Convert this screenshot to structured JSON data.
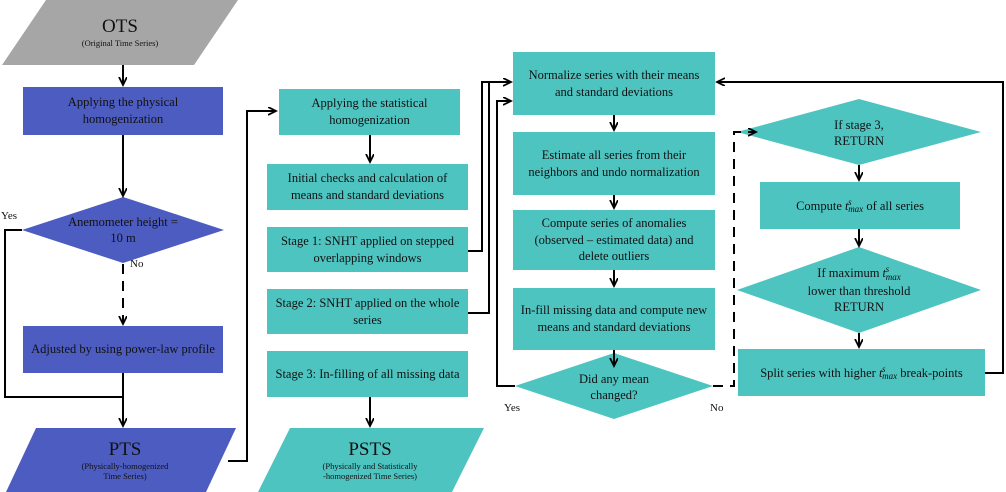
{
  "ots": {
    "title": "OTS",
    "subtitle": "(Original Time Series)"
  },
  "physical": {
    "apply": "Applying the physical homogenization",
    "decision": "Anemometer height = 10 m",
    "yes": "Yes",
    "no": "No",
    "adjust": "Adjusted by using power-law profile"
  },
  "pts": {
    "title": "PTS",
    "subtitle_line1": "(Physically-homogenized",
    "subtitle_line2": "Time Series)"
  },
  "statistical": {
    "apply": "Applying the statistical homogenization",
    "initial": "Initial checks and calculation of means and standard deviations",
    "stage1": "Stage 1: SNHT applied on stepped overlapping windows",
    "stage2": "Stage 2: SNHT applied on the whole series",
    "stage3": "Stage 3: In-filling of all missing data"
  },
  "psts": {
    "title": "PSTS",
    "subtitle_line1": "(Physically and Statistically",
    "subtitle_line2": "-homogenized Time Series)"
  },
  "loop": {
    "normalize": "Normalize series with their means and standard deviations",
    "estimate": "Estimate all series from their neighbors and undo normalization",
    "anomalies": "Compute series of anomalies (observed – estimated data) and delete outliers",
    "infill": "In-fill missing data and compute new means and standard deviations",
    "decision": "Did any mean changed?",
    "yes": "Yes",
    "no": "No"
  },
  "right": {
    "stage3_check_line1": "If stage 3,",
    "stage3_check_line2": "RETURN",
    "compute_prefix": "Compute",
    "compute_suffix": "of all series",
    "threshold_prefix": "If maximum",
    "threshold_line2": "lower than threshold",
    "threshold_line3": "RETURN",
    "split_prefix": "Split series with higher",
    "split_suffix": "break-points"
  },
  "symbol": {
    "base": "t",
    "sup": "s",
    "sub": "max"
  },
  "colors": {
    "teal": "#4ec4c1",
    "blue": "#4d5cc0",
    "gray": "#a6a6a6",
    "line": "#000000"
  }
}
